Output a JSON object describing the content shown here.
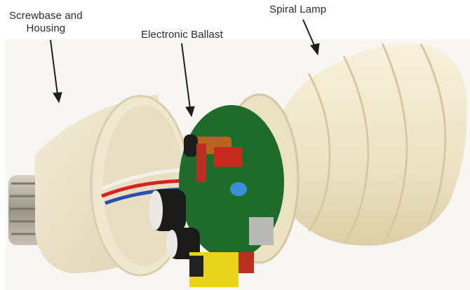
{
  "figure": {
    "subject": "Compact fluorescent lamp (CFL) disassembled",
    "labels": [
      {
        "id": "screwbase",
        "line1": "Screwbase and",
        "line2": "Housing"
      },
      {
        "id": "ballast",
        "line1": "Electronic Ballast"
      },
      {
        "id": "lamp",
        "line1": "Spiral Lamp"
      }
    ],
    "colors": {
      "background": "#ffffff",
      "photo_background": "#f7f6f3",
      "label_text": "#2a2a2a",
      "arrow": "#1e1e1e",
      "housing": "#ece3c8",
      "lamp_glass": "#f1ead0",
      "pcb": "#1f6b2c",
      "capacitor": "#1a1a1a",
      "inductor": "#e8d41a",
      "screw_metal": "#b9b3a6"
    }
  }
}
